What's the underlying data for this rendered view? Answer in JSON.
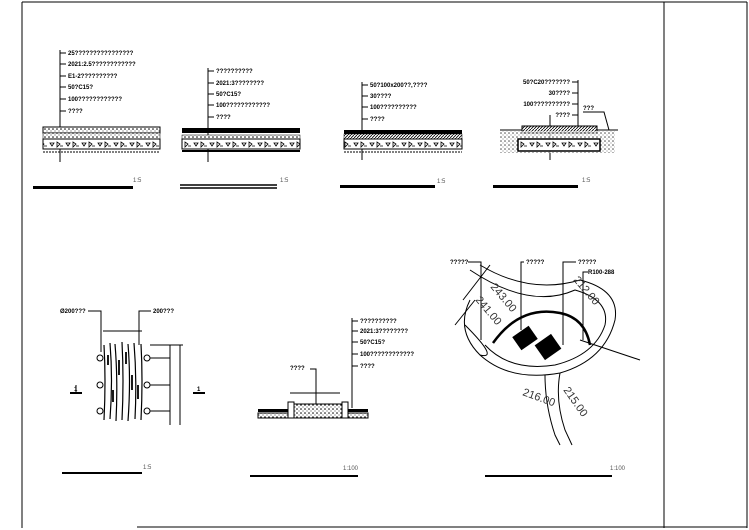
{
  "sections": [
    {
      "labels": [
        "25????????????????",
        "2021:2.5????????????",
        "E1-2??????????",
        "50?C15?",
        "100????????????",
        "????"
      ],
      "scale": "1:5"
    },
    {
      "labels": [
        "??????????",
        "2021:3????????",
        "50?C15?",
        "100????????????",
        "????"
      ],
      "scale": "1:5"
    },
    {
      "labels": [
        "50?100x200??,????",
        "30????",
        "100??????????",
        "????"
      ],
      "scale": "1:5"
    },
    {
      "labels": [
        "50?C20???????",
        "30????",
        "100??????????",
        "????"
      ],
      "side_label": "???",
      "scale": "1:5"
    }
  ],
  "plan": {
    "label_left": "Ø200???",
    "label_right": "200???",
    "section_mark_left": "1",
    "section_mark_right": "1",
    "scale": "1:5"
  },
  "elevation": {
    "labels": [
      "??????????",
      "2021:3????????",
      "50?C15?",
      "100????????????",
      "????"
    ],
    "left_label": "????",
    "scale": "1:100"
  },
  "site": {
    "labels": [
      "?????",
      "?????",
      "?????",
      "R100-288"
    ],
    "elevations": [
      "243.00",
      "212.00",
      "241.00",
      "216.00",
      "215.00"
    ],
    "scale": "1:100"
  }
}
